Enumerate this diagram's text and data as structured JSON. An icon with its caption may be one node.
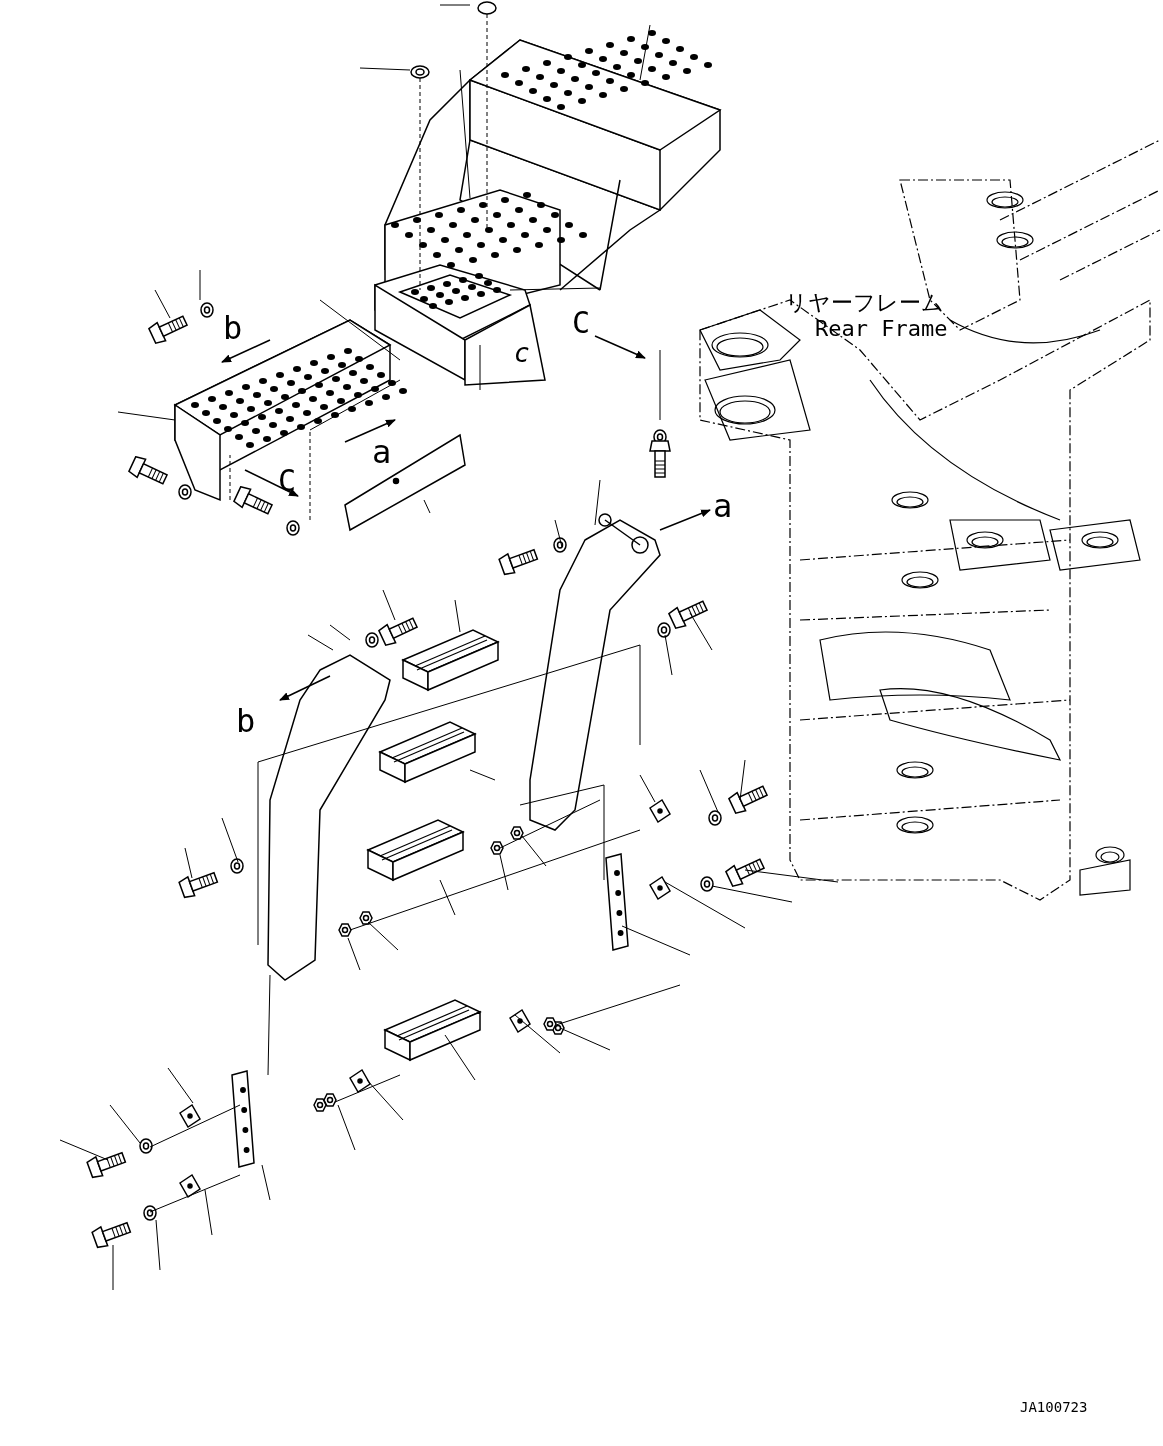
{
  "diagram": {
    "labels": [
      "リヤーフレーム",
      "Rear Frame",
      "C",
      "b",
      "c",
      "a",
      "C",
      "a",
      "b",
      "JA100723"
    ]
  }
}
